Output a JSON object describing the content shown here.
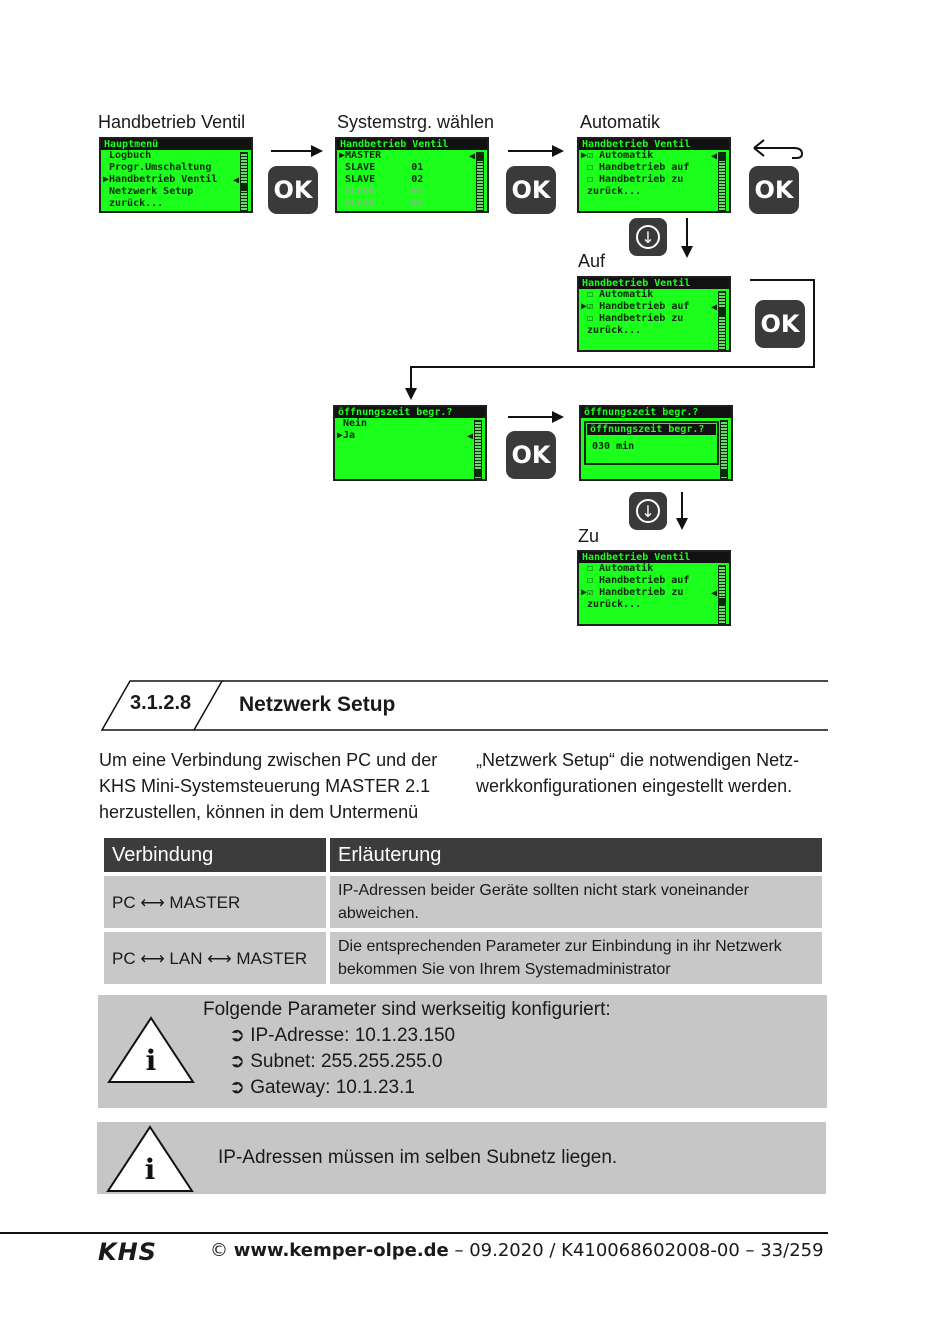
{
  "flow": {
    "labels": {
      "handbetrieb": "Handbetrieb Ventil",
      "systemstrg": "Systemstrg. wählen",
      "automatik": "Automatik",
      "auf": "Auf",
      "zu": "Zu"
    },
    "ok_label": "OK",
    "screen1": {
      "title": "Hauptmenü",
      "rows": [
        "Logbuch",
        "Progr.Umschaltung",
        "Handbetrieb Ventil",
        "Netzwerk Setup",
        "zurück..."
      ]
    },
    "screen2": {
      "title": "Handbetrieb Ventil",
      "rows": [
        "MASTER",
        "SLAVE      01",
        "SLAVE      02",
        "SLAVE      03",
        "SLAVE      04"
      ]
    },
    "screen3": {
      "title": "Handbetrieb Ventil",
      "rows": [
        "☑ Automatik",
        "☐ Handbetrieb auf",
        "☐ Handbetrieb zu",
        "zurück..."
      ]
    },
    "screen4": {
      "title": "Handbetrieb Ventil",
      "rows": [
        "☐ Automatik",
        "☑ Handbetrieb auf",
        "☐ Handbetrieb zu",
        "zurück..."
      ]
    },
    "screen5": {
      "title": "öffnungszeit begr.?",
      "rows": [
        "Nein",
        "Ja"
      ]
    },
    "screen6": {
      "title": "öffnungszeit begr.?",
      "subtitle": "öffnungszeit begr.?",
      "value": "030 min"
    },
    "screen7": {
      "title": "Handbetrieb Ventil",
      "rows": [
        "☐ Automatik",
        "☐ Handbetrieb auf",
        "☑ Handbetrieb zu",
        "zurück..."
      ]
    }
  },
  "section": {
    "number": "3.1.2.8",
    "title": "Netzwerk Setup"
  },
  "intro": {
    "col1": [
      "Um eine Verbindung zwischen PC und der",
      "KHS Mini-Systemsteuerung MASTER 2.1",
      "herzustellen, können in dem Untermenü"
    ],
    "col2": [
      "„Netzwerk Setup“ die notwendigen Netz-",
      "werkkonfigurationen eingestellt werden."
    ]
  },
  "table": {
    "headers": [
      "Verbindung",
      "Erläuterung"
    ],
    "rows": [
      [
        "PC ⟷ MASTER",
        "IP-Adressen beider Geräte sollten nicht stark voneinander abweichen."
      ],
      [
        "PC ⟷ LAN ⟷ MASTER",
        "Die entsprechenden Parameter zur Einbindung in ihr Netzwerk bekommen Sie von Ihrem Systemadministrator"
      ]
    ]
  },
  "info1": {
    "heading": "Folgende Parameter sind werkseitig konfiguriert:",
    "items": [
      "➲ IP-Adresse: 10.1.23.150",
      "➲ Subnet: 255.255.255.0",
      "➲ Gateway: 10.1.23.1"
    ]
  },
  "info2": {
    "text": "IP-Adressen müssen im selben Subnetz liegen."
  },
  "footer": {
    "logo": "KHS",
    "copyright": "© ",
    "site": "www.kemper-olpe.de",
    "rest": " – 09.2020 / K410068602008-00 – 33/259"
  },
  "colors": {
    "lcd_green": "#1cff1c",
    "dark": "#3a3a3a",
    "table_head": "#3c3c3c",
    "table_cell": "#c8c8c8",
    "info_bg": "#c6c6c6"
  },
  "icons": [
    "ok-button",
    "down-arrow-icon",
    "back-arrow-icon",
    "info-warning-icon"
  ]
}
